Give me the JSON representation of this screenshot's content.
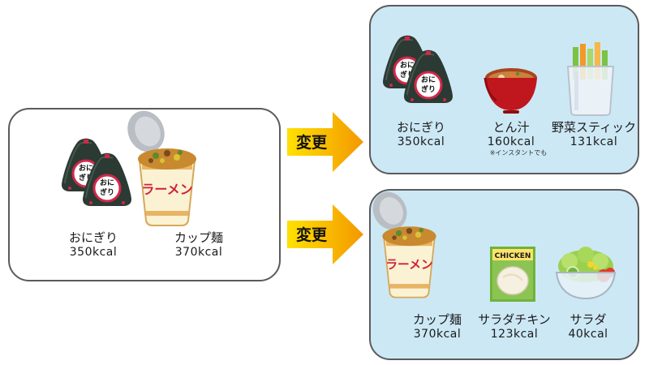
{
  "before": {
    "items": [
      {
        "name": "おにぎり",
        "kcal": "350kcal",
        "icon": "onigiri-icon",
        "icon_text": "おにぎり"
      },
      {
        "name": "カップ麺",
        "kcal": "370kcal",
        "icon": "cup-noodle-icon",
        "icon_text": "ラーメン"
      }
    ]
  },
  "arrows": [
    {
      "label": "変更"
    },
    {
      "label": "変更"
    }
  ],
  "after_1": {
    "items": [
      {
        "name": "おにぎり",
        "kcal": "350kcal",
        "icon": "onigiri-icon",
        "icon_text": "おにぎり"
      },
      {
        "name": "とん汁",
        "kcal": "160kcal",
        "note": "※インスタントでも",
        "icon": "tonjiru-bowl-icon"
      },
      {
        "name": "野菜スティック",
        "kcal": "131kcal",
        "icon": "vegetable-sticks-icon"
      }
    ]
  },
  "after_2": {
    "items": [
      {
        "name": "カップ麺",
        "kcal": "370kcal",
        "icon": "cup-noodle-icon",
        "icon_text": "ラーメン"
      },
      {
        "name": "サラダチキン",
        "kcal": "123kcal",
        "icon": "salad-chicken-icon",
        "icon_text": "CHICKEN"
      },
      {
        "name": "サラダ",
        "kcal": "40kcal",
        "icon": "salad-icon"
      }
    ]
  },
  "colors": {
    "panel_blue": "#cce8f5",
    "arrow_orange": "#f39800",
    "arrow_yellow": "#ffe100",
    "border_gray": "#5b5b5b"
  }
}
